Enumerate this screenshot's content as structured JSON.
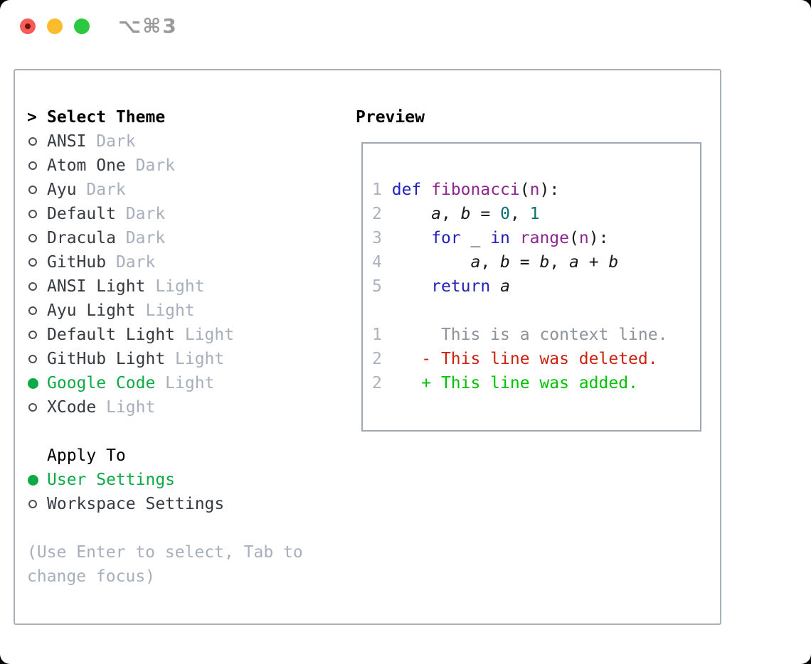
{
  "window": {
    "title": "⌥⌘3",
    "traffic_lights": [
      "close",
      "minimize",
      "zoom"
    ]
  },
  "theme_list": {
    "header_prefix": ">",
    "header_label": "Select Theme",
    "items": [
      {
        "name": "ANSI",
        "variant": "Dark",
        "selected": false
      },
      {
        "name": "Atom One",
        "variant": "Dark",
        "selected": false
      },
      {
        "name": "Ayu",
        "variant": "Dark",
        "selected": false
      },
      {
        "name": "Default",
        "variant": "Dark",
        "selected": false
      },
      {
        "name": "Dracula",
        "variant": "Dark",
        "selected": false
      },
      {
        "name": "GitHub",
        "variant": "Dark",
        "selected": false
      },
      {
        "name": "ANSI Light",
        "variant": "Light",
        "selected": false
      },
      {
        "name": "Ayu Light",
        "variant": "Light",
        "selected": false
      },
      {
        "name": "Default Light",
        "variant": "Light",
        "selected": false
      },
      {
        "name": "GitHub Light",
        "variant": "Light",
        "selected": false
      },
      {
        "name": "Google Code",
        "variant": "Light",
        "selected": true
      },
      {
        "name": "XCode",
        "variant": "Light",
        "selected": false
      }
    ]
  },
  "apply_to": {
    "header": "Apply To",
    "options": [
      {
        "name": "User Settings",
        "selected": true
      },
      {
        "name": "Workspace Settings",
        "selected": false
      }
    ]
  },
  "help_lines": [
    "(Use Enter to select, Tab to",
    "change focus)"
  ],
  "preview": {
    "title": "Preview",
    "lines": [
      {
        "number": "1",
        "tokens": [
          {
            "text": " ",
            "type": "pl"
          },
          {
            "text": "def",
            "type": "kw"
          },
          {
            "text": " ",
            "type": "pl"
          },
          {
            "text": "fibonacci",
            "type": "fn"
          },
          {
            "text": "(",
            "type": "pl"
          },
          {
            "text": "n",
            "type": "fn"
          },
          {
            "text": "):",
            "type": "pl"
          }
        ]
      },
      {
        "number": "2",
        "tokens": [
          {
            "text": "     ",
            "type": "pl"
          },
          {
            "text": "a",
            "type": "var"
          },
          {
            "text": ", ",
            "type": "pl"
          },
          {
            "text": "b",
            "type": "var"
          },
          {
            "text": " = ",
            "type": "pl"
          },
          {
            "text": "0",
            "type": "num"
          },
          {
            "text": ", ",
            "type": "pl"
          },
          {
            "text": "1",
            "type": "num"
          }
        ]
      },
      {
        "number": "3",
        "tokens": [
          {
            "text": "     ",
            "type": "pl"
          },
          {
            "text": "for",
            "type": "kw"
          },
          {
            "text": " _ ",
            "type": "pl"
          },
          {
            "text": "in",
            "type": "kw"
          },
          {
            "text": " ",
            "type": "pl"
          },
          {
            "text": "range",
            "type": "fn"
          },
          {
            "text": "(",
            "type": "pl"
          },
          {
            "text": "n",
            "type": "fn"
          },
          {
            "text": "):",
            "type": "pl"
          }
        ]
      },
      {
        "number": "4",
        "tokens": [
          {
            "text": "         ",
            "type": "pl"
          },
          {
            "text": "a",
            "type": "var"
          },
          {
            "text": ", ",
            "type": "pl"
          },
          {
            "text": "b",
            "type": "var"
          },
          {
            "text": " = ",
            "type": "pl"
          },
          {
            "text": "b",
            "type": "var"
          },
          {
            "text": ", ",
            "type": "pl"
          },
          {
            "text": "a",
            "type": "var"
          },
          {
            "text": " + ",
            "type": "pl"
          },
          {
            "text": "b",
            "type": "var"
          }
        ]
      },
      {
        "number": "5",
        "tokens": [
          {
            "text": "     ",
            "type": "pl"
          },
          {
            "text": "return",
            "type": "kw"
          },
          {
            "text": " ",
            "type": "pl"
          },
          {
            "text": "a",
            "type": "var"
          }
        ]
      },
      {
        "number": "",
        "tokens": []
      },
      {
        "number": "1",
        "tokens": [
          {
            "text": "      This is a context line.",
            "type": "ctx"
          }
        ]
      },
      {
        "number": "2",
        "tokens": [
          {
            "text": "    - This line was deleted.",
            "type": "del"
          }
        ]
      },
      {
        "number": "2",
        "tokens": [
          {
            "text": "    + This line was added.",
            "type": "add"
          }
        ]
      }
    ]
  },
  "colors": {
    "selected_green": "#0caa45",
    "keyword_blue": "#2222bb",
    "function_purple": "#8e278e",
    "number_teal": "#0d7070",
    "diff_deleted_red": "#cc2211",
    "diff_added_green": "#00c200",
    "diff_context_gray": "#8d939b",
    "muted_gray": "#a7afbc",
    "traffic_red": "#f75b55",
    "traffic_yellow": "#fcbc2e",
    "traffic_green": "#2bc840"
  }
}
